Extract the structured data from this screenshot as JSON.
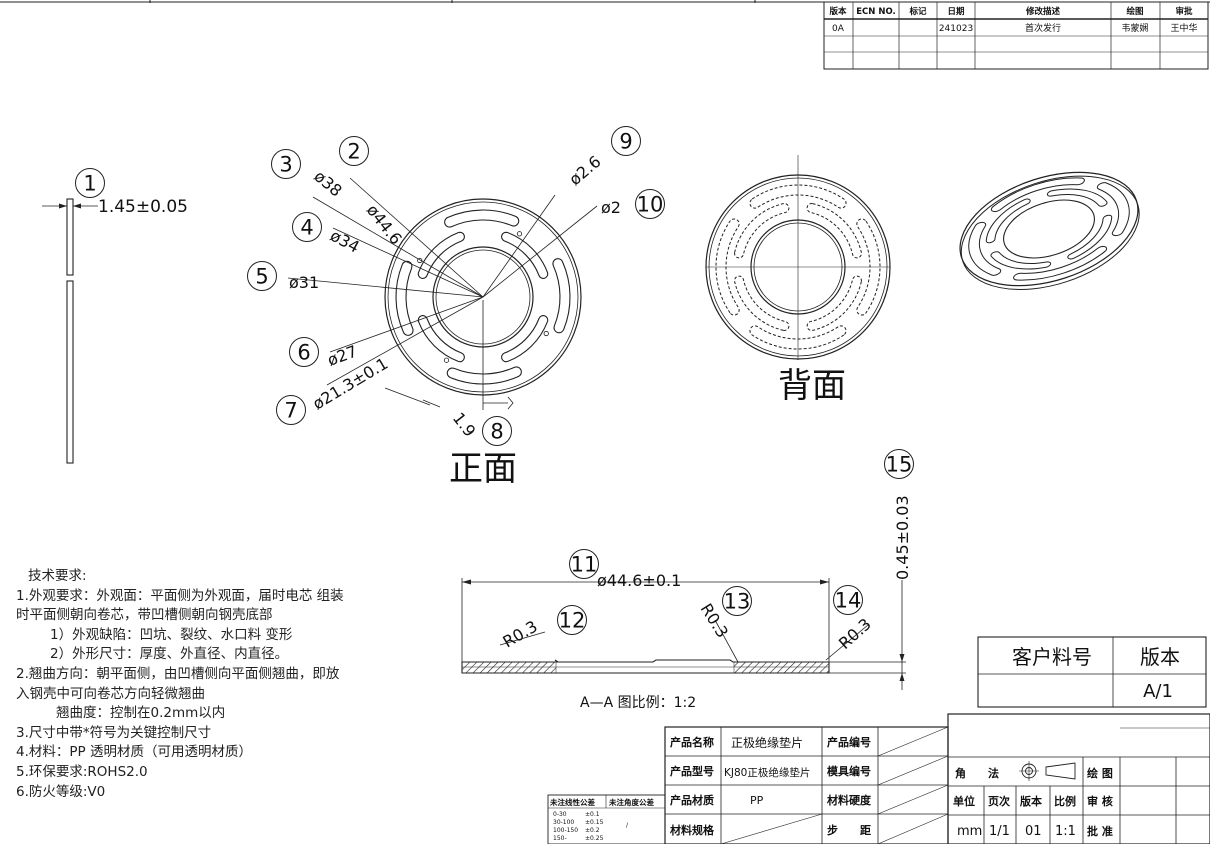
{
  "revision_table": {
    "headers": [
      "版本",
      "ECN NO.",
      "标记",
      "日期",
      "修改描述",
      "绘图",
      "审批"
    ],
    "rows": [
      [
        "0A",
        "",
        "",
        "241023",
        "首次发行",
        "韦蒙娴",
        "王中华"
      ]
    ]
  },
  "callouts": [
    "1",
    "2",
    "3",
    "4",
    "5",
    "6",
    "7",
    "8",
    "9",
    "10",
    "11",
    "12",
    "13",
    "14",
    "15"
  ],
  "dimensions": {
    "thickness": "1.45±0.05",
    "d44_6": "ø44.6",
    "d38": "ø38",
    "d34": "ø34",
    "d31": "ø31",
    "d27": "ø27",
    "d21_3": "ø21.3±0.1",
    "slot_width": "1.9",
    "d2_6": "ø2.6",
    "d2": "ø2",
    "section_od": "ø44.6±0.1",
    "r1": "R0.3",
    "r2": "R0.3",
    "r3": "R0.3",
    "section_thk": "0.45±0.03"
  },
  "views": {
    "front": "正面",
    "back": "背面",
    "section": "A—A  图比例：1:2"
  },
  "tech_requirements": [
    "技术要求:",
    "1.外观要求：外观面：平面侧为外观面，届时电芯 组装",
    "时平面侧朝向卷芯，带凹槽侧朝向钢壳底部",
    "1）外观缺陷：凹坑、裂纹、水口料  变形",
    "2）外形尺寸：厚度、外直径、内直径。",
    "2.翘曲方向：朝平面侧，由凹槽侧向平面侧翘曲，即放",
    "入钢壳中可向卷芯方向轻微翘曲",
    "翘曲度：控制在0.2mm以内",
    "3.尺寸中带*符号为关键控制尺寸",
    "4.材料：PP  透明材质（可用透明材质）",
    "5.环保要求:ROHS2.0",
    "6.防火等级:V0"
  ],
  "tolerance_table": {
    "header_linear": "未注线性公差",
    "header_angle": "未注角度公差",
    "rows": [
      [
        "0-30",
        "±0.1"
      ],
      [
        "30-100",
        "±0.15"
      ],
      [
        "100-150",
        "±0.2"
      ],
      [
        "150-",
        "±0.25"
      ]
    ],
    "angle_mark": "/"
  },
  "customer_box": {
    "part_no_label": "客户料号",
    "version_label": "版本",
    "version_value": "A/1"
  },
  "title_block": {
    "product_name_label": "产品名称",
    "product_name": "正极绝缘垫片",
    "product_no_label": "产品编号",
    "product_model_label": "产品型号",
    "product_model": "KJ80正极绝缘垫片",
    "mold_no_label": "模具编号",
    "product_material_label": "产品材质",
    "product_material": "PP",
    "material_hardness_label": "材料硬度",
    "material_spec_label": "材料规格",
    "pitch_label": "步　　距",
    "angle_label": "角　　法",
    "drawing_label": "绘 图",
    "unit_label": "单位",
    "page_label": "页次",
    "version_label": "版本",
    "scale_label": "比例",
    "review_label": "审 核",
    "unit": "mm",
    "page": "1/1",
    "version": "01",
    "scale": "1:1",
    "approve_label": "批 准"
  }
}
